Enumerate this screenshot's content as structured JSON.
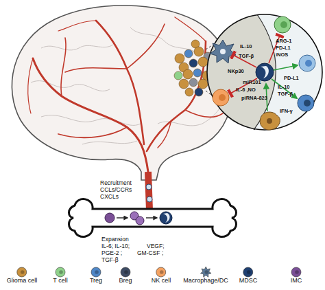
{
  "diagram": {
    "labels": [
      "IL-10",
      "TGF-β",
      "NKp30",
      "ARG-1",
      "PD-L1",
      "iNOS",
      "miR101",
      "IL-6 ,NO",
      "piRNA-823",
      "PD-L1",
      "IL-10",
      "TGF-β",
      "IFN-γ",
      "Recruitment CCLs/CCRs CXCLs",
      "Expansion",
      "IL-6; IL-10;",
      "VEGF;",
      "PGE-2 ;",
      "GM-CSF ;",
      "TGF-β"
    ],
    "legend": [
      {
        "text": "Glioma cell",
        "color": "#c8913e"
      },
      {
        "text": "T cell",
        "color": "#8fd18a"
      },
      {
        "text": "Treg",
        "color": "#4f86c6"
      },
      {
        "text": "Breg",
        "color": "#3d4b63"
      },
      {
        "text": "NK cell",
        "color": "#f4a261"
      },
      {
        "text": "Macrophage/DC",
        "color": "#5d7a99"
      },
      {
        "text": "MDSC",
        "color": "#1f3f70"
      },
      {
        "text": "IMC",
        "color": "#7a4f96"
      }
    ]
  }
}
